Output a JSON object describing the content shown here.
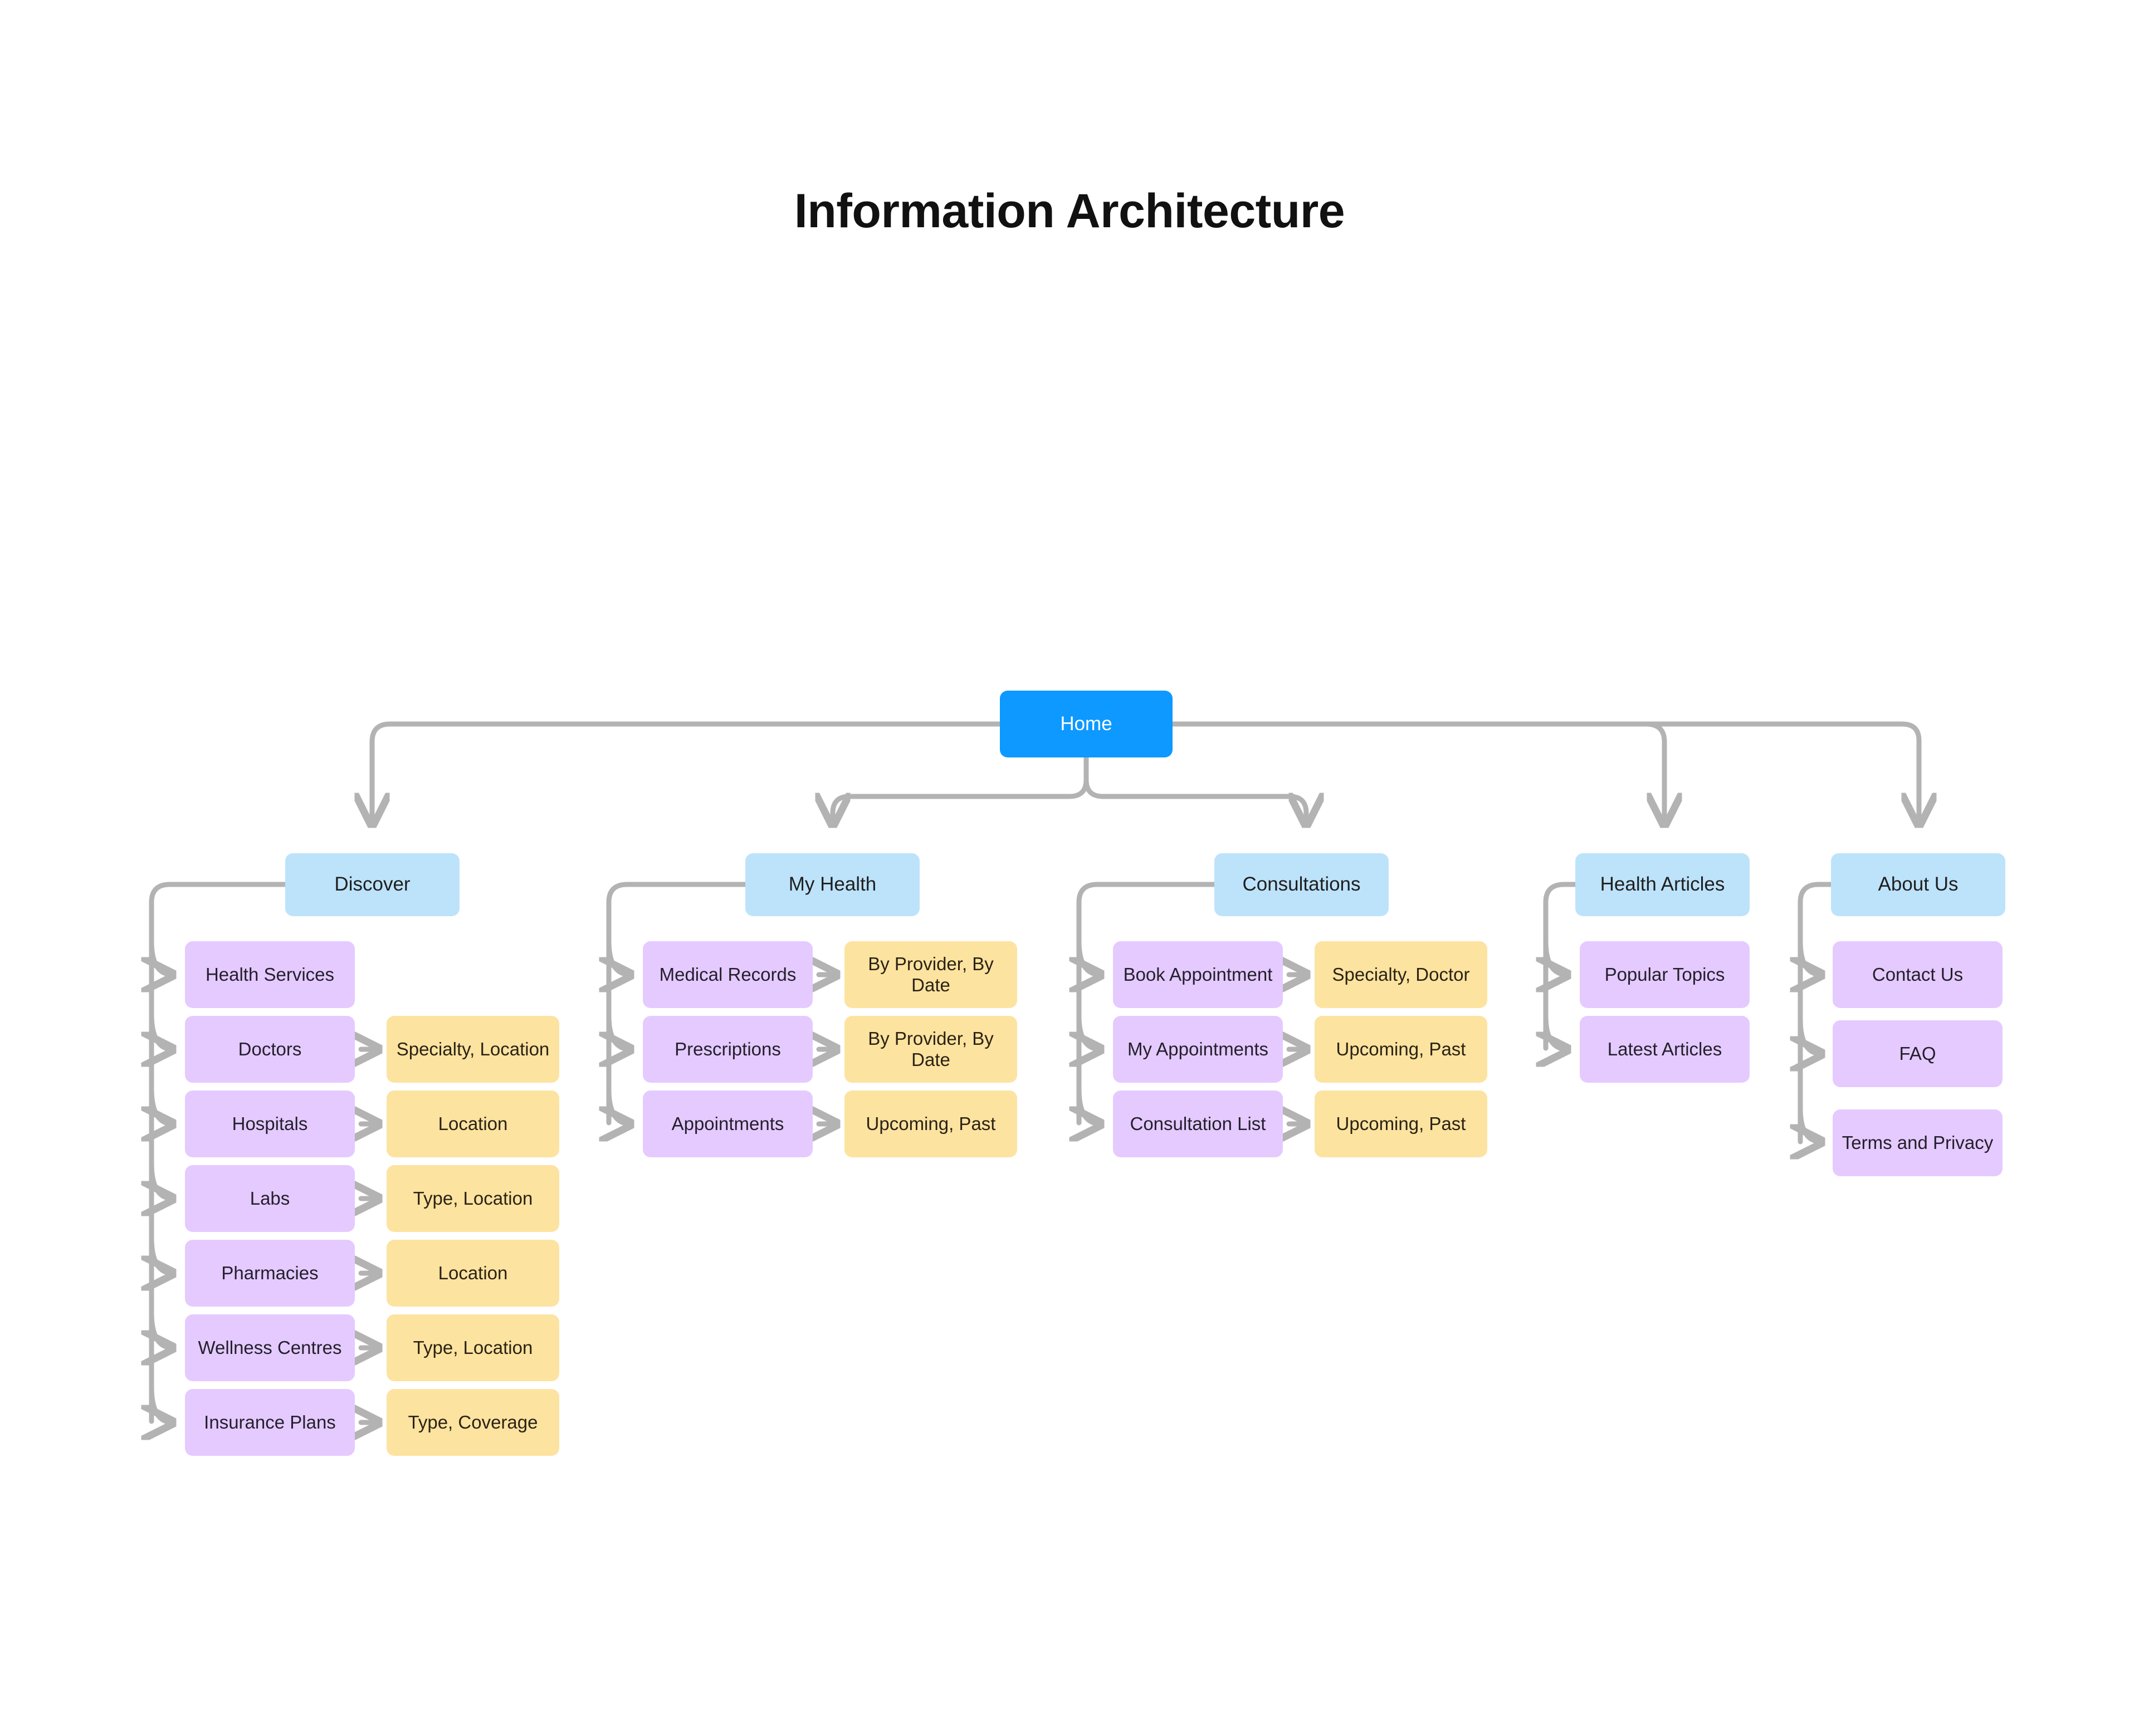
{
  "page": {
    "title": "Information Architecture",
    "background_color": "#ffffff"
  },
  "palette": {
    "root_fill": "#0d99ff",
    "root_text": "#ffffff",
    "level2_fill": "#bde3fb",
    "level3_fill": "#e5caff",
    "level4_fill": "#fde3a0",
    "edge_color": "#b3b3b3",
    "text_color": "#1f1f1f"
  },
  "diagram": {
    "type": "tree",
    "root": {
      "label": "Home",
      "level": 1
    },
    "branches": [
      {
        "label": "Discover",
        "level": 2,
        "children": [
          {
            "label": "Health Services",
            "detail": null
          },
          {
            "label": "Doctors",
            "detail": "Specialty, Location"
          },
          {
            "label": "Hospitals",
            "detail": "Location"
          },
          {
            "label": "Labs",
            "detail": "Type, Location"
          },
          {
            "label": "Pharmacies",
            "detail": "Location"
          },
          {
            "label": "Wellness Centres",
            "detail": "Type, Location"
          },
          {
            "label": "Insurance Plans",
            "detail": "Type, Coverage"
          }
        ]
      },
      {
        "label": "My Health",
        "level": 2,
        "children": [
          {
            "label": "Medical Records",
            "detail": "By Provider, By Date"
          },
          {
            "label": "Prescriptions",
            "detail": "By Provider, By Date"
          },
          {
            "label": "Appointments",
            "detail": "Upcoming, Past"
          }
        ]
      },
      {
        "label": "Consultations",
        "level": 2,
        "children": [
          {
            "label": "Book Appointment",
            "detail": "Specialty, Doctor"
          },
          {
            "label": "My Appointments",
            "detail": "Upcoming, Past"
          },
          {
            "label": "Consultation List",
            "detail": "Upcoming, Past"
          }
        ]
      },
      {
        "label": "Health Articles",
        "level": 2,
        "children": [
          {
            "label": "Popular Topics",
            "detail": null
          },
          {
            "label": "Latest Articles",
            "detail": null
          }
        ]
      },
      {
        "label": "About Us",
        "level": 2,
        "children": [
          {
            "label": "Contact Us",
            "detail": null
          },
          {
            "label": "FAQ",
            "detail": null
          },
          {
            "label": "Terms and Privacy",
            "detail": null
          }
        ]
      }
    ]
  }
}
